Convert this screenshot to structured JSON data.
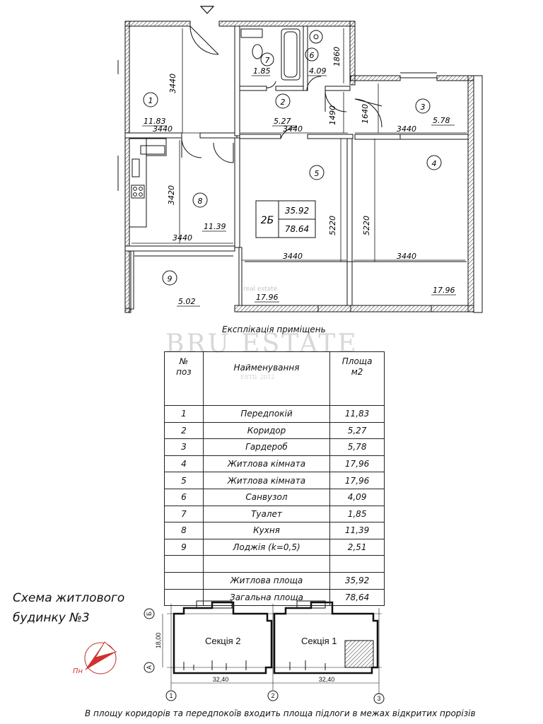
{
  "plan": {
    "rooms": [
      {
        "num": "1",
        "area": "11.83"
      },
      {
        "num": "2",
        "area": "5.27"
      },
      {
        "num": "3",
        "area": "5.78"
      },
      {
        "num": "4",
        "area": "17.96"
      },
      {
        "num": "5",
        "area": "17.96"
      },
      {
        "num": "6",
        "area": "4.09"
      },
      {
        "num": "7",
        "area": "1.85"
      },
      {
        "num": "8",
        "area": "11.39"
      },
      {
        "num": "9",
        "area": "5.02"
      }
    ],
    "dims": {
      "d3440": "3440",
      "d3420": "3420",
      "d5220": "5220",
      "d1860": "1860",
      "d1490": "1490",
      "d1640": "1640"
    },
    "stamp": {
      "type": "2Б",
      "living": "35.92",
      "total": "78.64"
    }
  },
  "watermark": {
    "brand": "BRU ESTATE",
    "since": "ESTD. 2012",
    "small": "real estate"
  },
  "explication": {
    "title": "Експлікація приміщень",
    "headers": {
      "num_line1": "№",
      "num_line2": "поз",
      "name": "Найменування",
      "area_line1": "Площа",
      "area_line2": "м2"
    },
    "rows": [
      {
        "num": "1",
        "name": "Передпокій",
        "area": "11,83"
      },
      {
        "num": "2",
        "name": "Коридор",
        "area": "5,27"
      },
      {
        "num": "3",
        "name": "Гардероб",
        "area": "5,78"
      },
      {
        "num": "4",
        "name": "Житлова кімната",
        "area": "17,96"
      },
      {
        "num": "5",
        "name": "Житлова кімната",
        "area": "17,96"
      },
      {
        "num": "6",
        "name": "Санвузол",
        "area": "4,09"
      },
      {
        "num": "7",
        "name": "Туалет",
        "area": "1,85"
      },
      {
        "num": "8",
        "name": "Кухня",
        "area": "11,39"
      },
      {
        "num": "9",
        "name": "Лоджія (k=0,5)",
        "area": "2,51"
      },
      {
        "num": "",
        "name": "",
        "area": ""
      }
    ],
    "totals": [
      {
        "name": "Житлова площа",
        "area": "35,92"
      },
      {
        "name": "Загальна площа",
        "area": "78,64"
      }
    ]
  },
  "scheme": {
    "title_line1": "Схема житлового",
    "title_line2": "будинку №3",
    "section2": "Секція 2",
    "section1": "Секція 1",
    "dim_h1": "32,40",
    "dim_h2": "32,40",
    "dim_v": "18,00",
    "axis_b": "Б",
    "axis_a": "А",
    "axis_1": "1",
    "axis_2": "2",
    "axis_3": "3",
    "north": "Пн"
  },
  "footnote": "В площу коридорів та передпокоїв входить площа підлоги в межах відкритих прорізів"
}
